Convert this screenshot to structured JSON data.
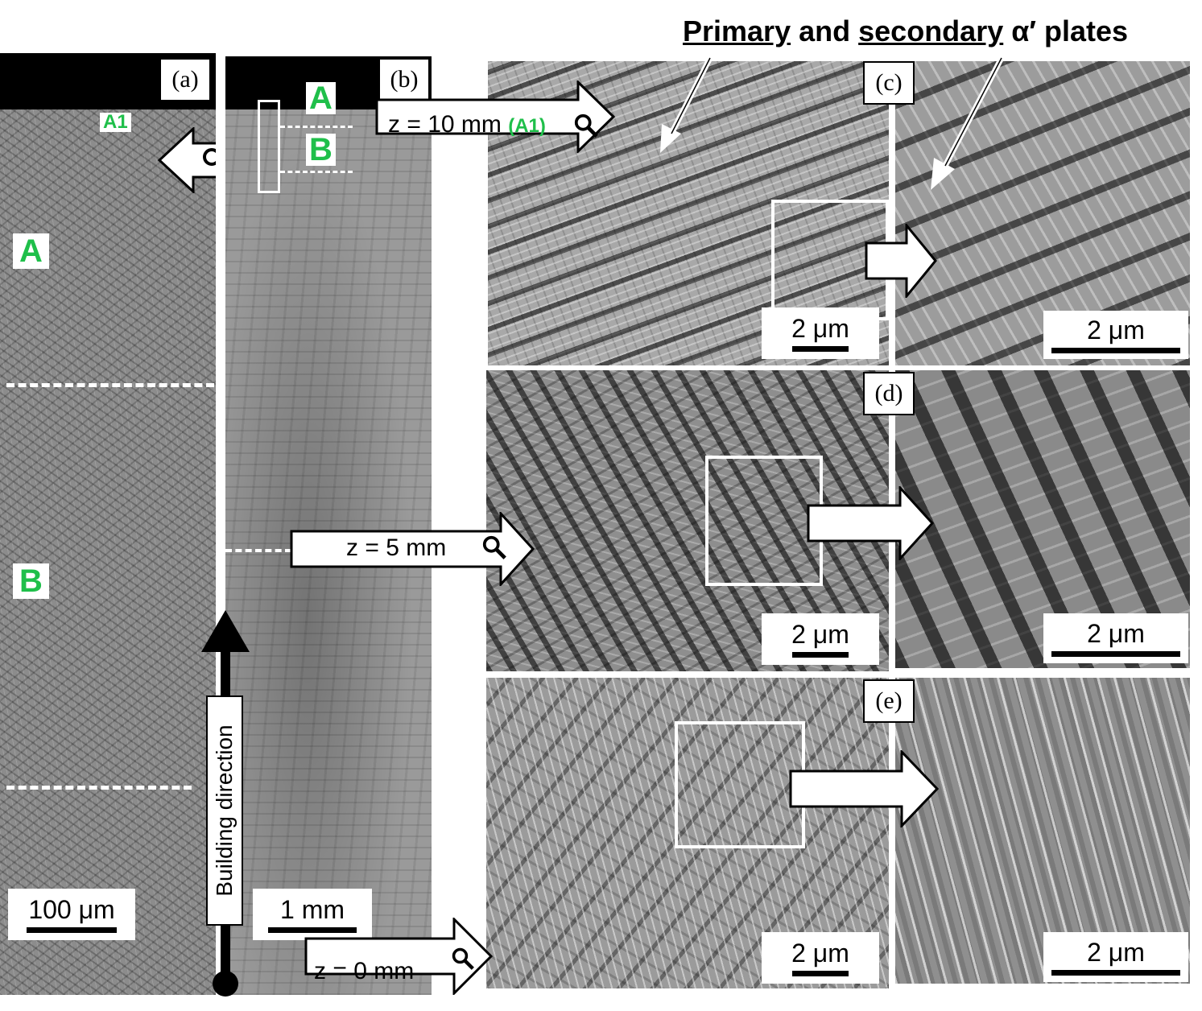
{
  "figure": {
    "heading": {
      "primary": "Primary",
      "and": "and",
      "secondary": "secondary",
      "tail": "α′ plates"
    },
    "panels": {
      "a": "(a)",
      "b": "(b)",
      "c": "(c)",
      "d": "(d)",
      "e": "(e)"
    },
    "region_labels": {
      "a1_top": "A1",
      "a_left": "A",
      "b_left": "B",
      "a_b_panel": "A",
      "b_b_panel": "B"
    },
    "z_labels": {
      "z10": "z = 10 mm",
      "z10_tag": "(A1)",
      "z5": "z = 5 mm",
      "z0": "z = 0 mm"
    },
    "building_direction": "Building direction",
    "scale_bars": {
      "a": "100 μm",
      "b": "1 mm",
      "c_left": "2 μm",
      "c_right": "2 μm",
      "d_left": "2 μm",
      "d_right": "2 μm",
      "e_left": "2 μm",
      "e_right": "2 μm"
    },
    "icons": [
      "magnifier-icon",
      "arrow-right-icon",
      "arrow-left-icon",
      "arrow-up-icon"
    ],
    "colors": {
      "label_green": "#1fbf4a",
      "frame": "#ffffff",
      "black": "#000000"
    }
  }
}
